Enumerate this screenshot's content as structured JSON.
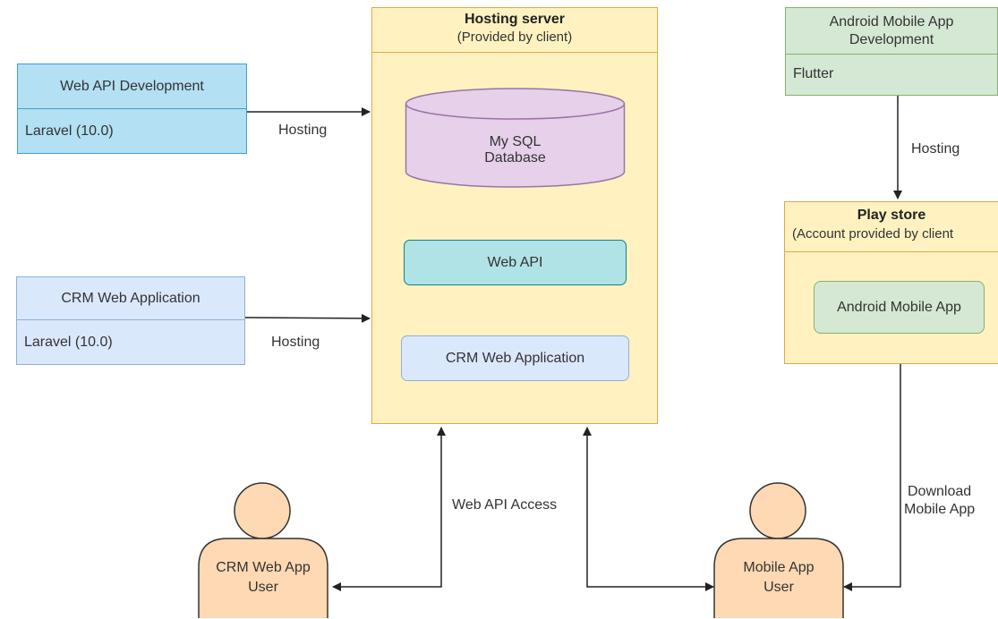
{
  "web_api_dev": {
    "title": "Web API Development",
    "body": "Laravel (10.0)",
    "fill": "#b3e0f2",
    "stroke": "#3d9fd1"
  },
  "crm_web_app_dev": {
    "title": "CRM Web Application",
    "body": "Laravel (10.0)",
    "fill": "#dae8fc",
    "stroke": "#8fb0d8"
  },
  "hosting_server": {
    "title": "Hosting server",
    "subtitle": "(Provided by client)",
    "fill": "#fff2c0",
    "stroke": "#e0a848",
    "database": {
      "line1": "My SQL",
      "line2": "Database",
      "fill": "#e6d0ea",
      "stroke": "#9b73a6"
    },
    "web_api": {
      "label": "Web API",
      "fill": "#b0e3e6",
      "stroke": "#0e8088"
    },
    "crm_app": {
      "label": "CRM Web Application",
      "fill": "#dae8fc",
      "stroke": "#8fb0d8"
    }
  },
  "android_dev": {
    "title_line1": "Android Mobile App",
    "title_line2": "Development",
    "body": "Flutter",
    "fill": "#d5e8d4",
    "stroke": "#82b366"
  },
  "play_store": {
    "title": "Play store",
    "subtitle": "(Account provided by client",
    "fill": "#fff2c0",
    "stroke": "#e0a848",
    "app": {
      "label": "Android Mobile App",
      "fill": "#d5e8d4",
      "stroke": "#82b366"
    }
  },
  "users": {
    "crm": {
      "line1": "CRM Web App",
      "line2": "User"
    },
    "mobile": {
      "line1": "Mobile App",
      "line2": "User"
    },
    "fill": "#ffd9b3",
    "stroke": "#333333"
  },
  "edge_labels": {
    "hosting_web_api": "Hosting",
    "hosting_crm": "Hosting",
    "hosting_android": "Hosting",
    "web_api_access": "Web API Access",
    "download_line1": "Download",
    "download_line2": "Mobile App"
  },
  "line_color": "#222222"
}
